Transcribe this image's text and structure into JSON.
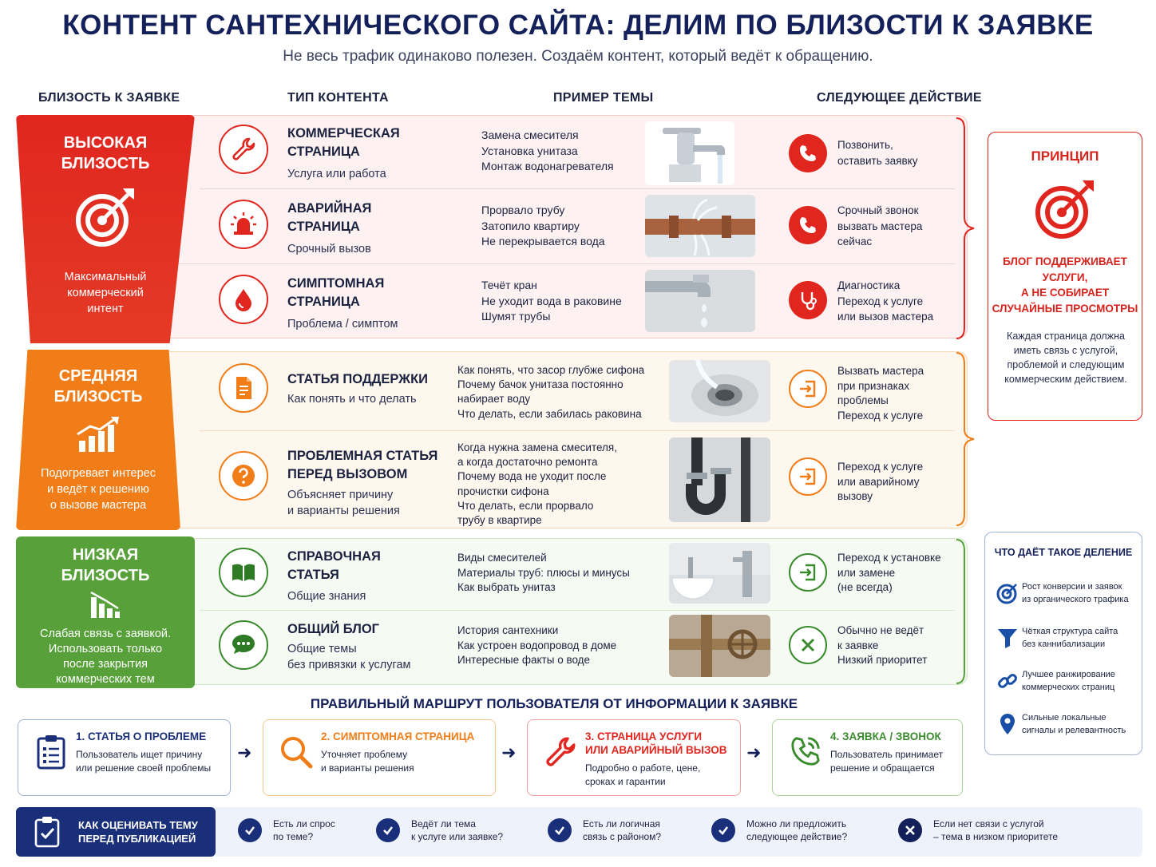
{
  "header": {
    "title": "КОНТЕНТ САНТЕХНИЧЕСКОГО САЙТА: ДЕЛИМ ПО БЛИЗОСТИ К ЗАЯВКЕ",
    "subtitle": "Не весь трафик одинаково полезен. Создаём контент, который ведёт к обращению."
  },
  "columns": {
    "proximity": "БЛИЗОСТЬ К ЗАЯВКЕ",
    "content_type": "ТИП КОНТЕНТА",
    "example_topic": "ПРИМЕР ТЕМЫ",
    "next_action": "СЛЕДУЮЩЕЕ ДЕЙСТВИЕ"
  },
  "levels": {
    "high": {
      "name1": "ВЫСОКАЯ",
      "name2": "БЛИЗОСТЬ",
      "desc": [
        "Максимальный",
        "коммерческий",
        "интент"
      ],
      "color": "#e0261f"
    },
    "mid": {
      "name1": "СРЕДНЯЯ",
      "name2": "БЛИЗОСТЬ",
      "desc": [
        "Подогревает интерес",
        "и ведёт к решению",
        "о вызове мастера"
      ],
      "color": "#f07d18"
    },
    "low": {
      "name1": "НИЗКАЯ",
      "name2": "БЛИЗОСТЬ",
      "desc": [
        "Слабая связь с заявкой.",
        "Использовать только",
        "после закрытия",
        "коммерческих тем"
      ],
      "color": "#58a13a"
    }
  },
  "rows": [
    {
      "title": [
        "КОММЕРЧЕСКАЯ",
        "СТРАНИЦА"
      ],
      "sub": [
        "Услуга или работа"
      ],
      "icon": "wrench-icon",
      "examples": [
        "Замена смесителя",
        "Установка унитаза",
        "Монтаж водонагревателя"
      ],
      "action": [
        "Позвонить,",
        "оставить заявку"
      ],
      "action_icon": "phone-icon"
    },
    {
      "title": [
        "АВАРИЙНАЯ",
        "СТРАНИЦА"
      ],
      "sub": [
        "Срочный вызов"
      ],
      "icon": "siren-icon",
      "examples": [
        "Прорвало трубу",
        "Затопило квартиру",
        "Не перекрывается вода"
      ],
      "action": [
        "Срочный звонок",
        "вызвать мастера",
        "сейчас"
      ],
      "action_icon": "phone-icon"
    },
    {
      "title": [
        "СИМПТОМНАЯ",
        "СТРАНИЦА"
      ],
      "sub": [
        "Проблема / симптом"
      ],
      "icon": "drop-icon",
      "examples": [
        "Течёт кран",
        "Не уходит вода в раковине",
        "Шумят трубы"
      ],
      "action": [
        "Диагностика",
        "Переход к услуге",
        "или вызов мастера"
      ],
      "action_icon": "stethoscope-icon"
    },
    {
      "title": [
        "СТАТЬЯ ПОДДЕРЖКИ"
      ],
      "sub": [
        "Как понять и что делать"
      ],
      "icon": "document-icon",
      "examples": [
        "Как понять, что засор глубже сифона",
        "Почему бачок унитаза постоянно",
        "набирает воду",
        "Что делать, если забилась раковина"
      ],
      "action": [
        "Вызвать мастера",
        "при признаках",
        "проблемы",
        "Переход к услуге"
      ],
      "action_icon": "enter-icon"
    },
    {
      "title": [
        "ПРОБЛЕМНАЯ СТАТЬЯ",
        "ПЕРЕД ВЫЗОВОМ"
      ],
      "sub": [
        "Объясняет причину",
        "и варианты решения"
      ],
      "icon": "question-icon",
      "examples": [
        "Когда нужна замена смесителя,",
        "а когда достаточно ремонта",
        "Почему вода не уходит после",
        "прочистки сифона",
        "Что делать, если прорвало",
        "трубу в квартире"
      ],
      "action": [
        "Переход к услуге",
        "или аварийному",
        "вызову"
      ],
      "action_icon": "enter-icon"
    },
    {
      "title": [
        "СПРАВОЧНАЯ",
        "СТАТЬЯ"
      ],
      "sub": [
        "Общие знания"
      ],
      "icon": "book-icon",
      "examples": [
        "Виды смесителей",
        "Материалы труб: плюсы и минусы",
        "Как выбрать унитаз"
      ],
      "action": [
        "Переход к установке",
        "или замене",
        "(не всегда)"
      ],
      "action_icon": "enter-icon"
    },
    {
      "title": [
        "ОБЩИЙ БЛОГ"
      ],
      "sub": [
        "Общие темы",
        "без привязки к услугам"
      ],
      "icon": "chat-icon",
      "examples": [
        "История сантехники",
        "Как устроен водопровод в доме",
        "Интересные факты о воде"
      ],
      "action": [
        "Обычно не ведёт",
        "к заявке",
        "Низкий приоритет"
      ],
      "action_icon": "x-icon"
    }
  ],
  "principle": {
    "title": "ПРИНЦИП",
    "body": [
      "БЛОГ ПОДДЕРЖИВАЕТ",
      "УСЛУГИ,",
      "А НЕ СОБИРАЕТ",
      "СЛУЧАЙНЫЕ ПРОСМОТРЫ"
    ],
    "note": "Каждая страница должна иметь связь с услугой, проблемой и следующим коммерческим действием."
  },
  "gives": {
    "title": "ЧТО ДАЁТ ТАКОЕ ДЕЛЕНИЕ",
    "items": [
      {
        "text": [
          "Рост конверсии и заявок",
          "из органического трафика"
        ],
        "icon": "target-icon"
      },
      {
        "text": [
          "Чёткая структура сайта",
          "без каннибализации"
        ],
        "icon": "funnel-icon"
      },
      {
        "text": [
          "Лучшее ранжирование",
          "коммерческих страниц"
        ],
        "icon": "link-icon"
      },
      {
        "text": [
          "Сильные локальные",
          "сигналы и релевантность"
        ],
        "icon": "location-pin-icon"
      }
    ]
  },
  "route": {
    "title": "ПРАВИЛЬНЫЙ МАРШРУТ ПОЛЬЗОВАТЕЛЯ ОТ ИНФОРМАЦИИ К ЗАЯВКЕ",
    "steps": [
      {
        "title": [
          "1. СТАТЬЯ О ПРОБЛЕМЕ"
        ],
        "desc": [
          "Пользователь ищет причину",
          "или решение своей проблемы"
        ],
        "color": "#1a2f7a"
      },
      {
        "title": [
          "2. СИМПТОМНАЯ СТРАНИЦА"
        ],
        "desc": [
          "Уточняет проблему",
          "и варианты решения"
        ],
        "color": "#f07d18"
      },
      {
        "title": [
          "3. СТРАНИЦА УСЛУГИ",
          "ИЛИ АВАРИЙНЫЙ ВЫЗОВ"
        ],
        "desc": [
          "Подробно о работе, цене,",
          "сроках и гарантии"
        ],
        "color": "#e0261f"
      },
      {
        "title": [
          "4. ЗАЯВКА / ЗВОНОК"
        ],
        "desc": [
          "Пользователь принимает",
          "решение и обращается"
        ],
        "color": "#3a8a2e"
      }
    ]
  },
  "checklist": {
    "title": [
      "КАК ОЦЕНИВАТЬ ТЕМУ",
      "ПЕРЕД ПУБЛИКАЦИЕЙ"
    ],
    "items": [
      {
        "text": [
          "Есть ли спрос",
          "по теме?"
        ],
        "icon": "check-icon"
      },
      {
        "text": [
          "Ведёт ли тема",
          "к услуге или заявке?"
        ],
        "icon": "check-icon"
      },
      {
        "text": [
          "Есть ли логичная",
          "связь с районом?"
        ],
        "icon": "check-icon"
      },
      {
        "text": [
          "Можно ли предложить",
          "следующее действие?"
        ],
        "icon": "check-icon"
      },
      {
        "text": [
          "Если нет связи с услугой",
          "– тема в низком приоритете"
        ],
        "icon": "x-icon"
      }
    ]
  }
}
